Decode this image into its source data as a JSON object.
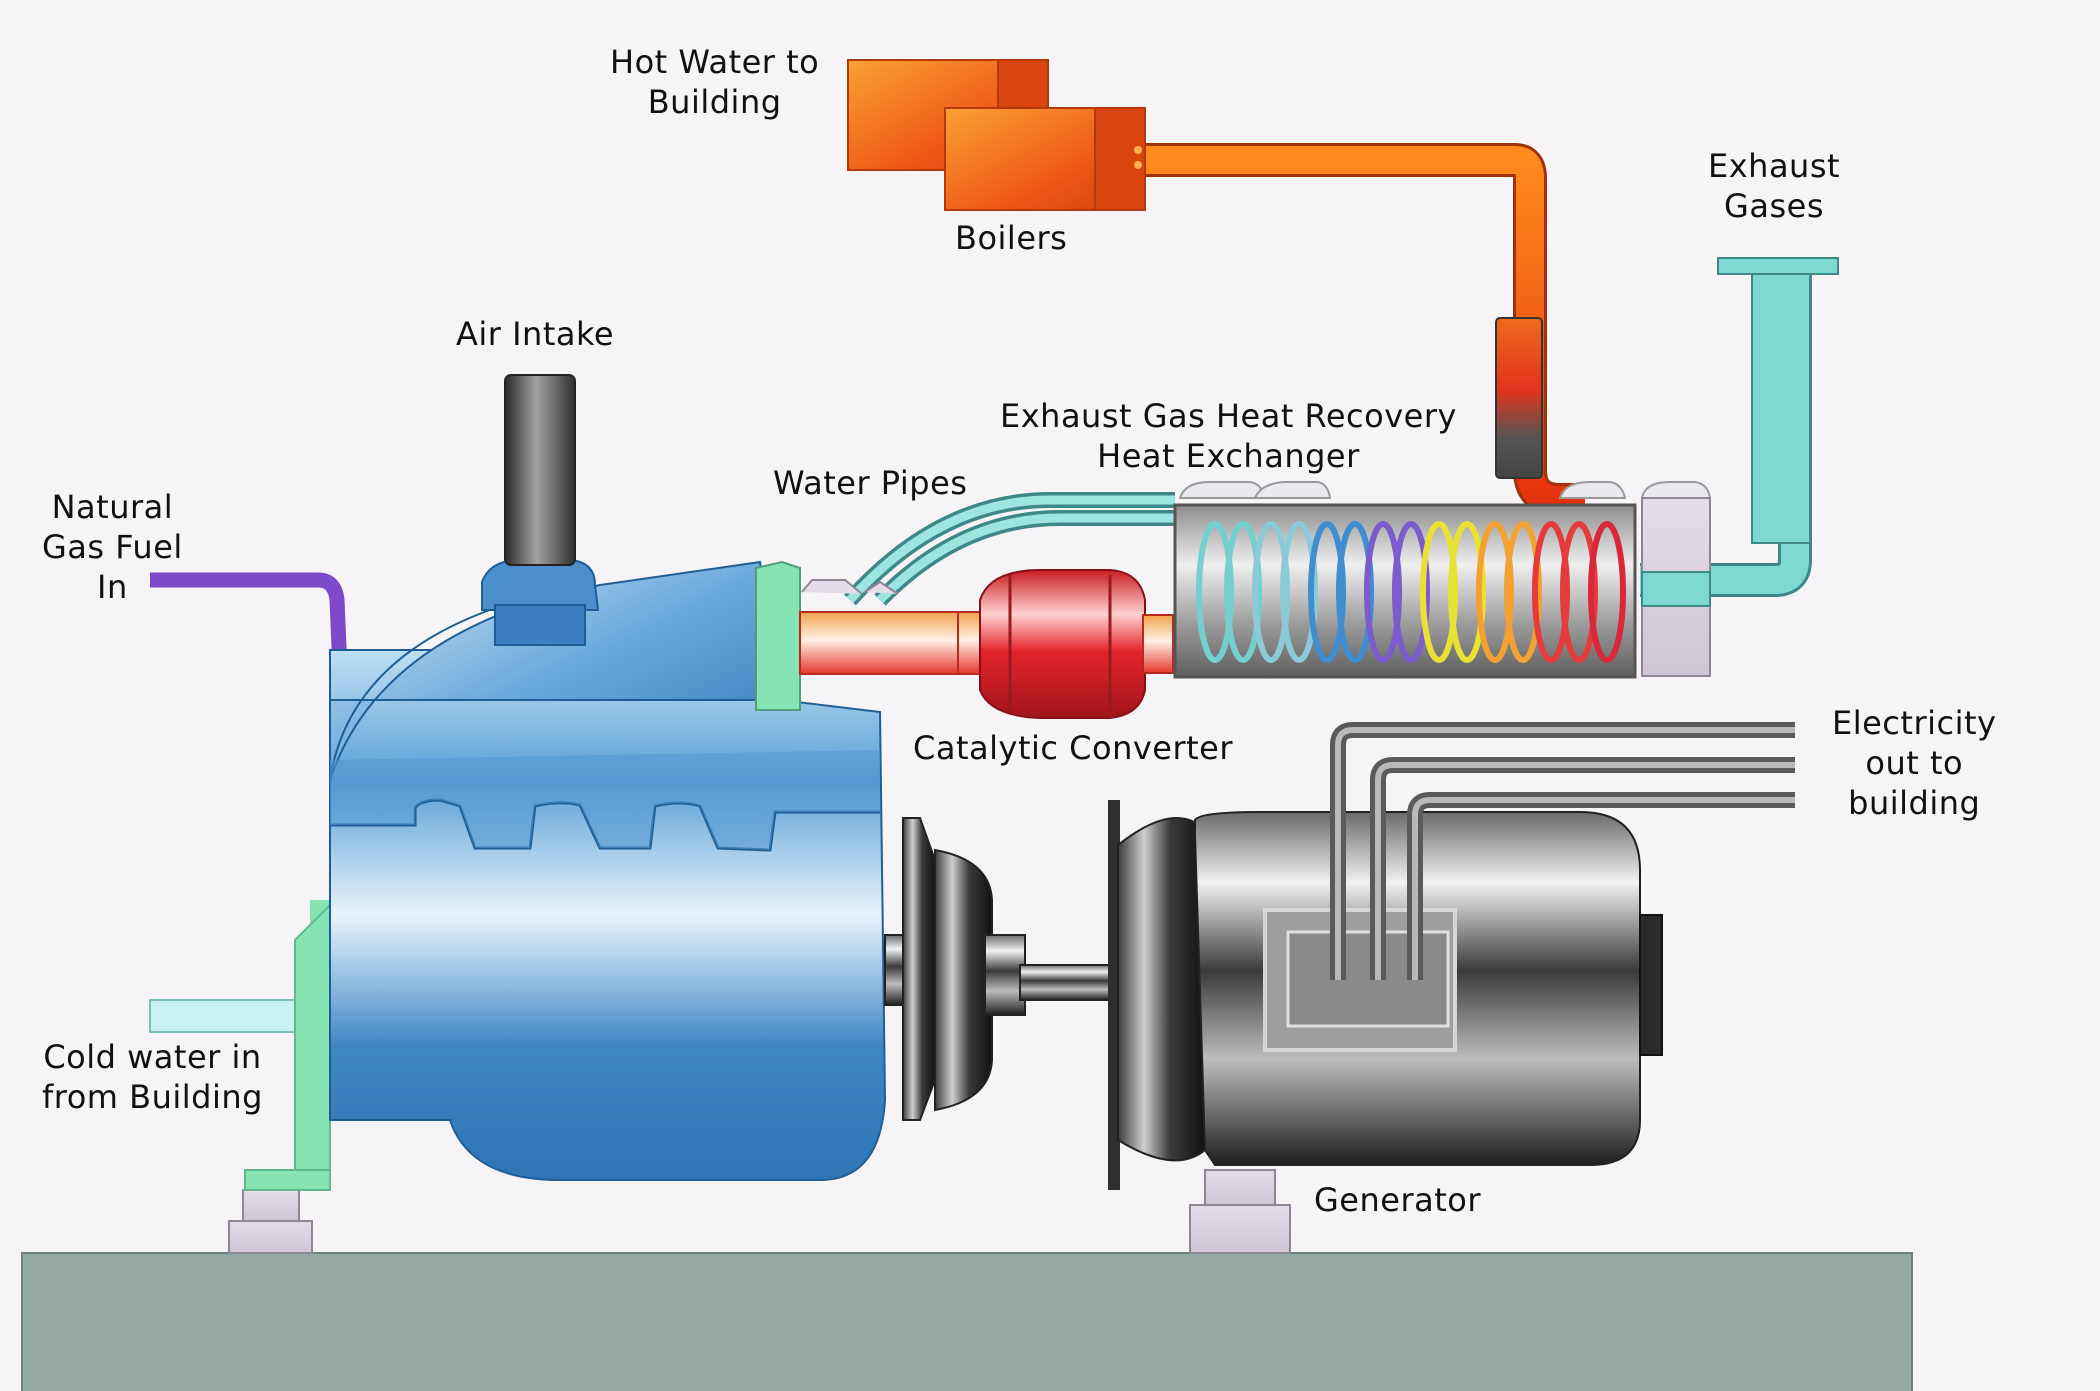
{
  "labels": {
    "hot_water": [
      "Hot Water to",
      "Building"
    ],
    "boilers": "Boilers",
    "exhaust_gases": [
      "Exhaust",
      "Gases"
    ],
    "air_intake": "Air Intake",
    "heat_recovery": [
      "Exhaust Gas Heat Recovery",
      "Heat Exchanger"
    ],
    "water_pipes": "Water Pipes",
    "natural_gas": [
      "Natural",
      "Gas Fuel",
      "In"
    ],
    "catalytic_converter": "Catalytic Converter",
    "electricity": [
      "Electricity",
      "out to",
      "building"
    ],
    "cold_water": [
      "Cold water in",
      "from Building"
    ],
    "generator": "Generator"
  },
  "colors": {
    "background": "#f6f4f7",
    "ground": "#95a8a4",
    "engine_blue": "#3b82c0",
    "generator_dark": "#2d2d2d",
    "boiler_orange": "#f05a16",
    "exhaust_pipe_cyan": "#7fd9d3",
    "gas_pipe_purple": "#7b49c9",
    "cold_water_green": "#86e3b4",
    "converter_red": "#e3242b",
    "coil_colors": [
      "#74d0cc",
      "#8ccad8",
      "#3e8ed0",
      "#7a5ccc",
      "#e9e235",
      "#f3a132",
      "#e53b3b",
      "#d9283a"
    ]
  }
}
